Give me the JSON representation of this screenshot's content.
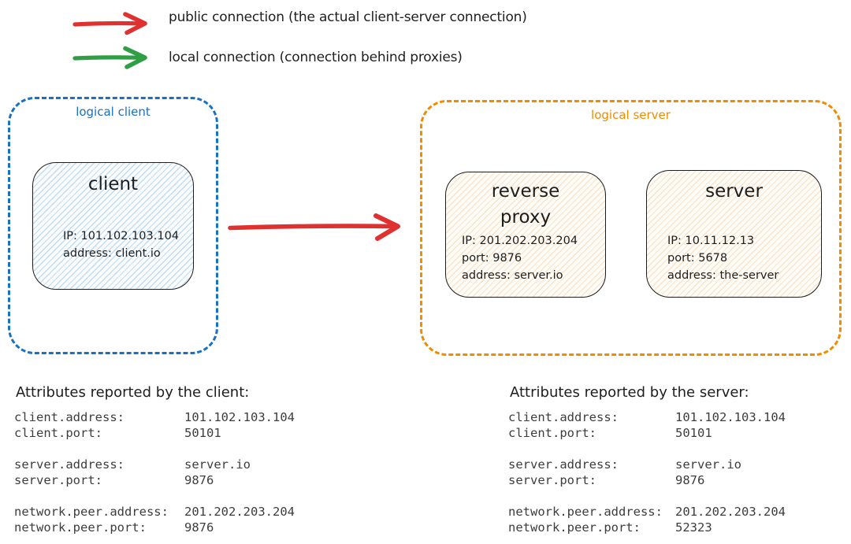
{
  "colors": {
    "public_connection": "#e03131",
    "local_connection": "#2f9e44",
    "logical_client_border": "#1971c2",
    "logical_server_border": "#f08c00",
    "stroke": "#1e1e1e"
  },
  "legend": {
    "public": {
      "label": "public connection (the actual client-server connection)"
    },
    "local": {
      "label": "local connection (connection behind proxies)"
    }
  },
  "logical_client": {
    "label": "logical client",
    "client": {
      "title": "client",
      "ip": "IP: 101.102.103.104",
      "address": "address: client.io"
    }
  },
  "logical_server": {
    "label": "logical server",
    "reverse_proxy": {
      "title": "reverse proxy",
      "ip": "IP: 201.202.203.204",
      "port": "port: 9876",
      "address": "address: server.io"
    },
    "server": {
      "title": "server",
      "ip": "IP: 10.11.12.13",
      "port": "port: 5678",
      "address": "address: the-server"
    }
  },
  "client_attributes": {
    "title": "Attributes reported by the client:",
    "rows": [
      {
        "key": "client.address:",
        "value": "101.102.103.104"
      },
      {
        "key": "client.port:",
        "value": "50101"
      },
      {
        "key": "server.address:",
        "value": "server.io"
      },
      {
        "key": "server.port:",
        "value": "9876"
      },
      {
        "key": "network.peer.address:",
        "value": "201.202.203.204"
      },
      {
        "key": "network.peer.port:",
        "value": "9876"
      }
    ]
  },
  "server_attributes": {
    "title": "Attributes reported by the server:",
    "rows": [
      {
        "key": "client.address:",
        "value": "101.102.103.104"
      },
      {
        "key": "client.port:",
        "value": "50101"
      },
      {
        "key": "server.address:",
        "value": "server.io"
      },
      {
        "key": "server.port:",
        "value": "9876"
      },
      {
        "key": "network.peer.address:",
        "value": "201.202.203.204"
      },
      {
        "key": "network.peer.port:",
        "value": "52323"
      }
    ]
  }
}
